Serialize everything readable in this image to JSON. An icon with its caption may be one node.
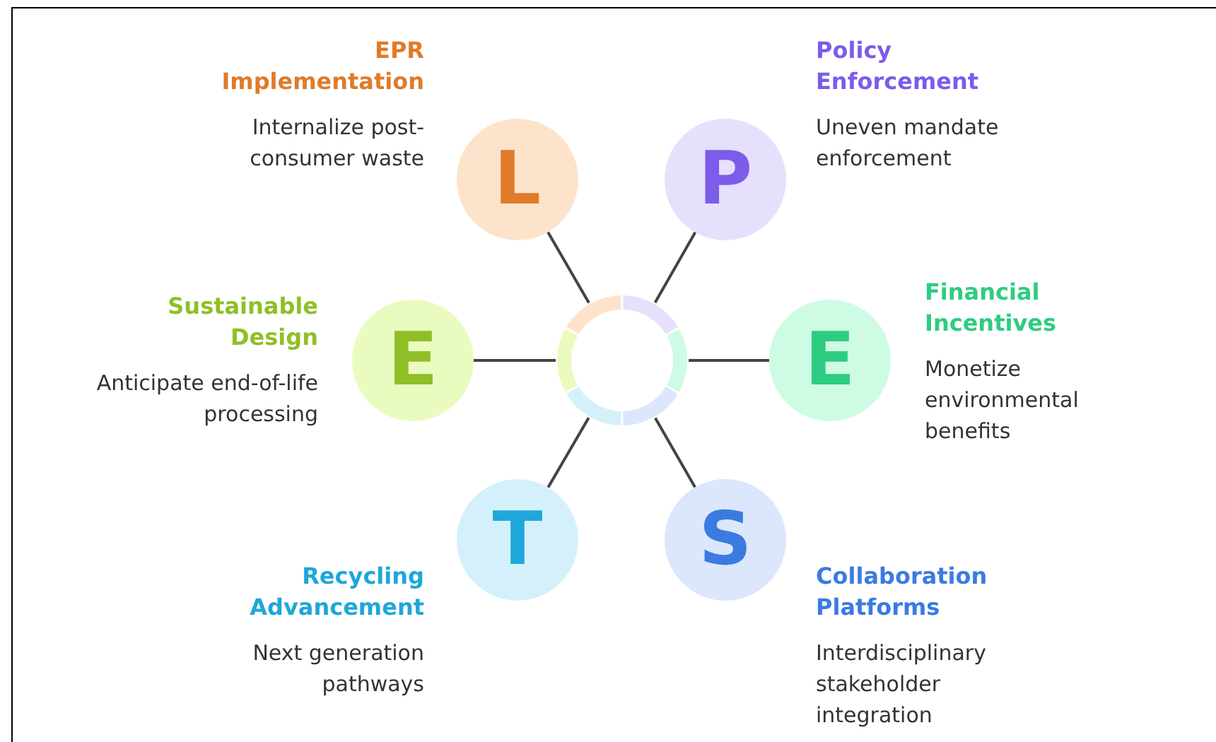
{
  "diagram": {
    "nodes": [
      {
        "text": [],
        "shape": "circle"
      },
      {
        "text": [
          "L"
        ],
        "beside": [
          "EPR Implementation",
          "Internalize post-consumer waste"
        ]
      },
      {
        "text": [
          "P"
        ],
        "beside": [
          "Policy Enforcement",
          "Uneven mandate enforcement"
        ]
      },
      {
        "text": [
          "E"
        ],
        "beside": [
          "Sustainable Design",
          "Anticipate end-of-life processing"
        ]
      },
      {
        "text": [
          "E"
        ],
        "beside": [
          "Financial Incentives",
          "Monetize environmental benefits"
        ]
      },
      {
        "text": [
          "T"
        ],
        "beside": [
          "Recycling Advancement",
          "Next generation pathways"
        ]
      },
      {
        "text": [
          "S"
        ],
        "beside": [
          "Collaboration Platforms",
          "Interdisciplinary stakeholder integration"
        ]
      }
    ],
    "edges": [
      {
        "from": 0,
        "to": 1,
        "arrow": "none"
      },
      {
        "from": 0,
        "to": 2,
        "arrow": "none"
      },
      {
        "from": 0,
        "to": 3,
        "arrow": "none"
      },
      {
        "from": 0,
        "to": 4,
        "arrow": "none"
      },
      {
        "from": 0,
        "to": 5,
        "arrow": "none"
      },
      {
        "from": 0,
        "to": 6,
        "arrow": "none"
      }
    ]
  }
}
